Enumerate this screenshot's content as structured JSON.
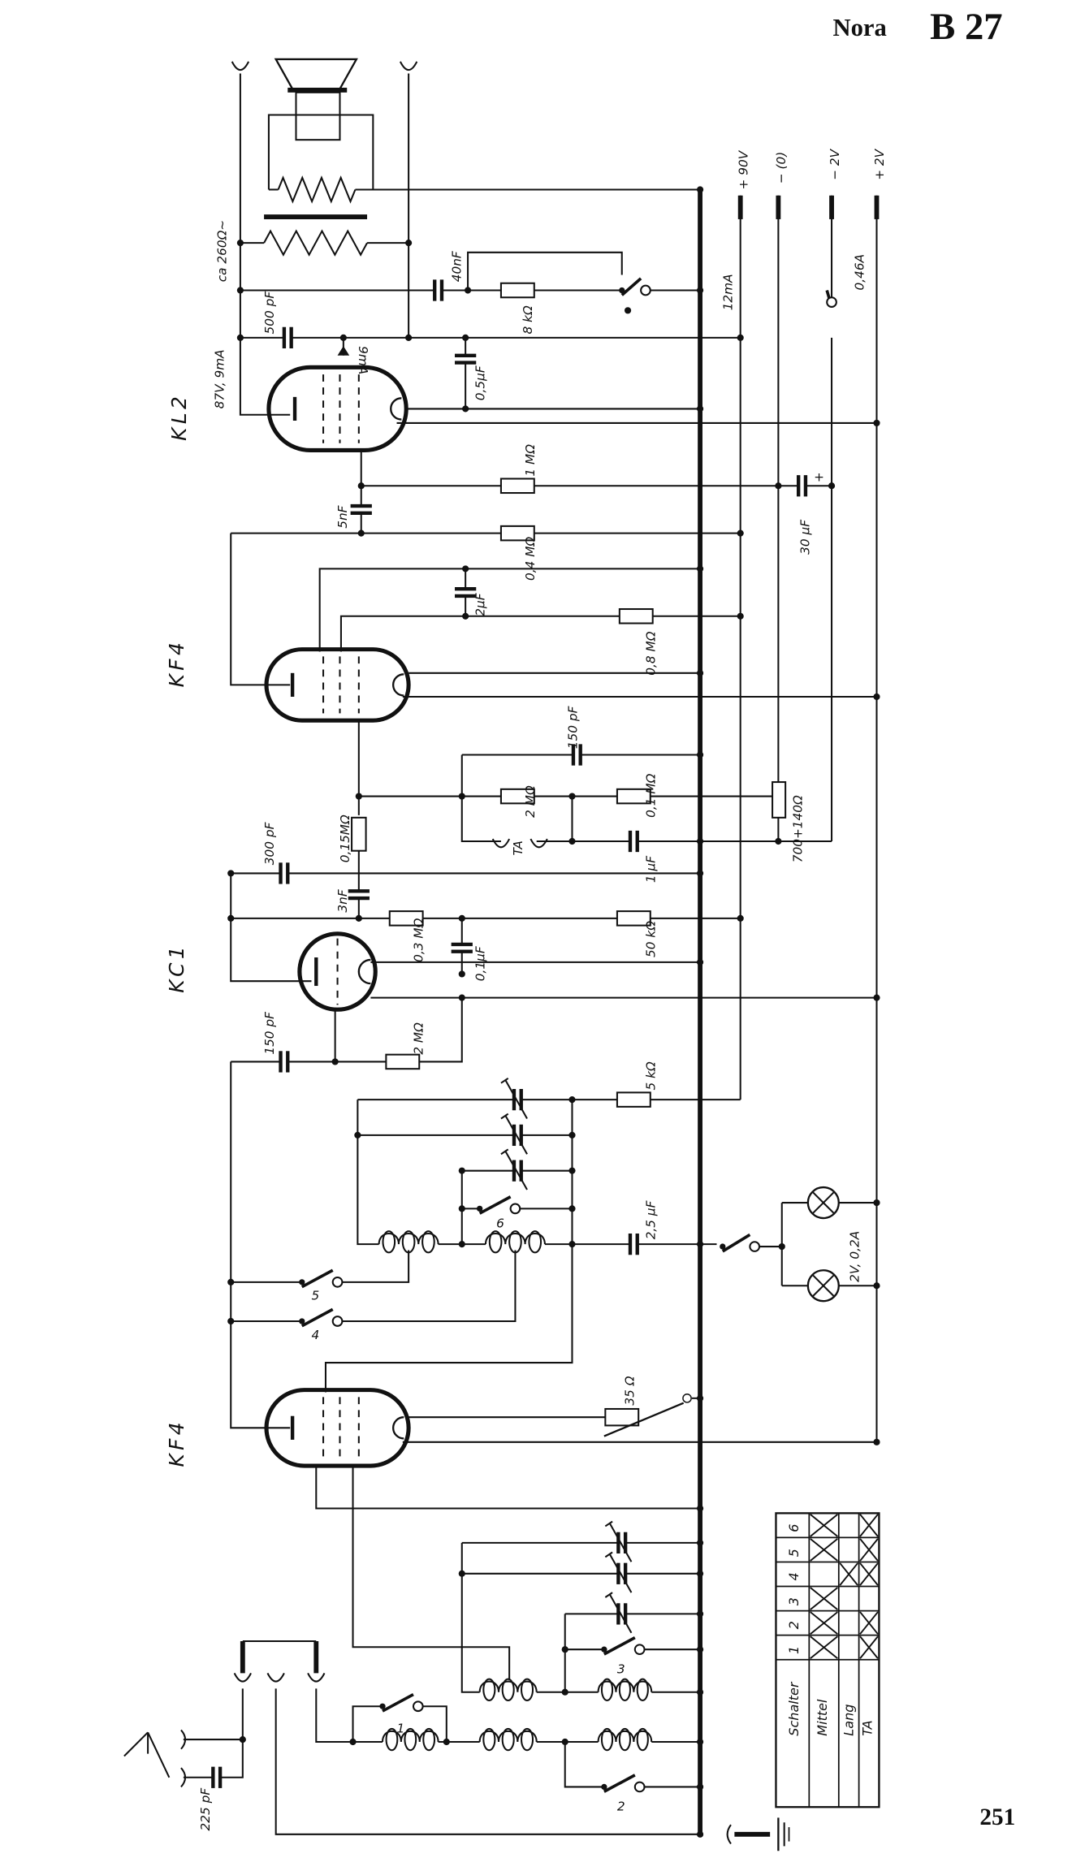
{
  "title": {
    "brand": "Nora",
    "model": "B 27"
  },
  "page_number": "251",
  "tubes": {
    "kl2": "KL2",
    "kf4_upper": "KF4",
    "kc1": "KC1",
    "kf4_lower": "KF4"
  },
  "rails": {
    "plus_90v": "+ 90V",
    "minus_0": "− (0)",
    "minus_2v": "− 2V",
    "plus_2v": "+ 2V"
  },
  "labels": {
    "transformer": "ca 260Ω~",
    "c_40nf": "40nF",
    "r_8k": "8 kΩ",
    "c_500pf": "500 pF",
    "kl2_operating": "87V, 9mA",
    "kl2_current": "9mA",
    "c_05uf": "0,5µF",
    "current_12ma": "12mA",
    "current_046a": "0,46A",
    "r_1m": "1 MΩ",
    "c_5nf": "5nF",
    "r_04m": "0,4 MΩ",
    "c_2uf": "2µF",
    "r_08m": "0,8 MΩ",
    "c_30uf": "30 µF",
    "c_30uf_plus": "+",
    "c_150pf_a": "150 pF",
    "r_2m_a": "2 MΩ",
    "r_01m": "0,1 MΩ",
    "pot": "700+140Ω",
    "ta": "TA",
    "c_1uf": "1 µF",
    "r_015m": "0,15MΩ",
    "c_300pf": "300 pF",
    "c_3nf": "3nF",
    "r_03m": "0,3 MΩ",
    "c_01uf": "0,1µF",
    "r_50k": "50 kΩ",
    "c_150pf_b": "150 pF",
    "r_2m_b": "2 MΩ",
    "r_5k": "5 kΩ",
    "c_25uf": "2,5 µF",
    "lamps": "2V, 0,2A",
    "r_35": "35 Ω",
    "c_225pf": "225 pF"
  },
  "switch_labels": [
    "1",
    "2",
    "3",
    "4",
    "5",
    "6"
  ],
  "switch_table": {
    "header": "Schalter",
    "modes": [
      "Mittel",
      "Lang",
      "TA"
    ],
    "switches": [
      "1",
      "2",
      "3",
      "4",
      "5",
      "6"
    ],
    "closed": {
      "Mittel": [
        "1",
        "2",
        "3",
        "5",
        "6"
      ],
      "Lang": [
        "4"
      ],
      "TA": [
        "1",
        "2",
        "4",
        "5",
        "6"
      ]
    }
  }
}
